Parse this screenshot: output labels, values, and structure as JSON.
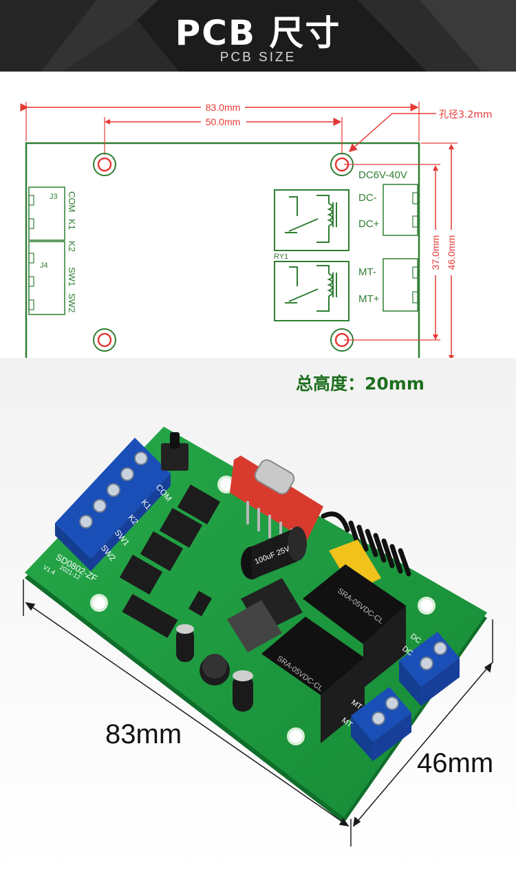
{
  "header": {
    "title": "PCB 尺寸",
    "subtitle": "PCB SIZE"
  },
  "drawing": {
    "width_dim": "83.0mm",
    "hole_spacing_dim": "50.0mm",
    "hole_diameter": "孔径3.2mm",
    "height_dim": "46.0mm",
    "hole_height_dim": "37.0mm",
    "voltage_label": "DC6V-40V",
    "connector_j3": "J3",
    "connector_j4": "J4",
    "relay_label": "RY1",
    "side_terminals": [
      "COM",
      "K1",
      "K2",
      "SW1",
      "SW2"
    ],
    "dc_terminals": [
      "DC-",
      "DC+"
    ],
    "motor_terminals": [
      "MT-",
      "MT+"
    ],
    "total_height": "总高度：20mm"
  },
  "photo": {
    "length_label": "83mm",
    "width_label": "46mm",
    "board_model": "SD0802-ZF",
    "board_date": "2021-12",
    "board_version": "V1.4",
    "relay_marking": "SRA-05VDC-CL",
    "capacitor_marking": "100uF 25V",
    "silk_terminals": [
      "COM",
      "K1",
      "K2",
      "SW1",
      "SW2"
    ],
    "silk_right": [
      "DC",
      "DC",
      "MT",
      "MT"
    ]
  },
  "colors": {
    "pcb_green": "#1f9a3f",
    "outline_green": "#2e7d32",
    "dimension_red": "#e53935",
    "terminal_blue": "#1f5fd1"
  }
}
